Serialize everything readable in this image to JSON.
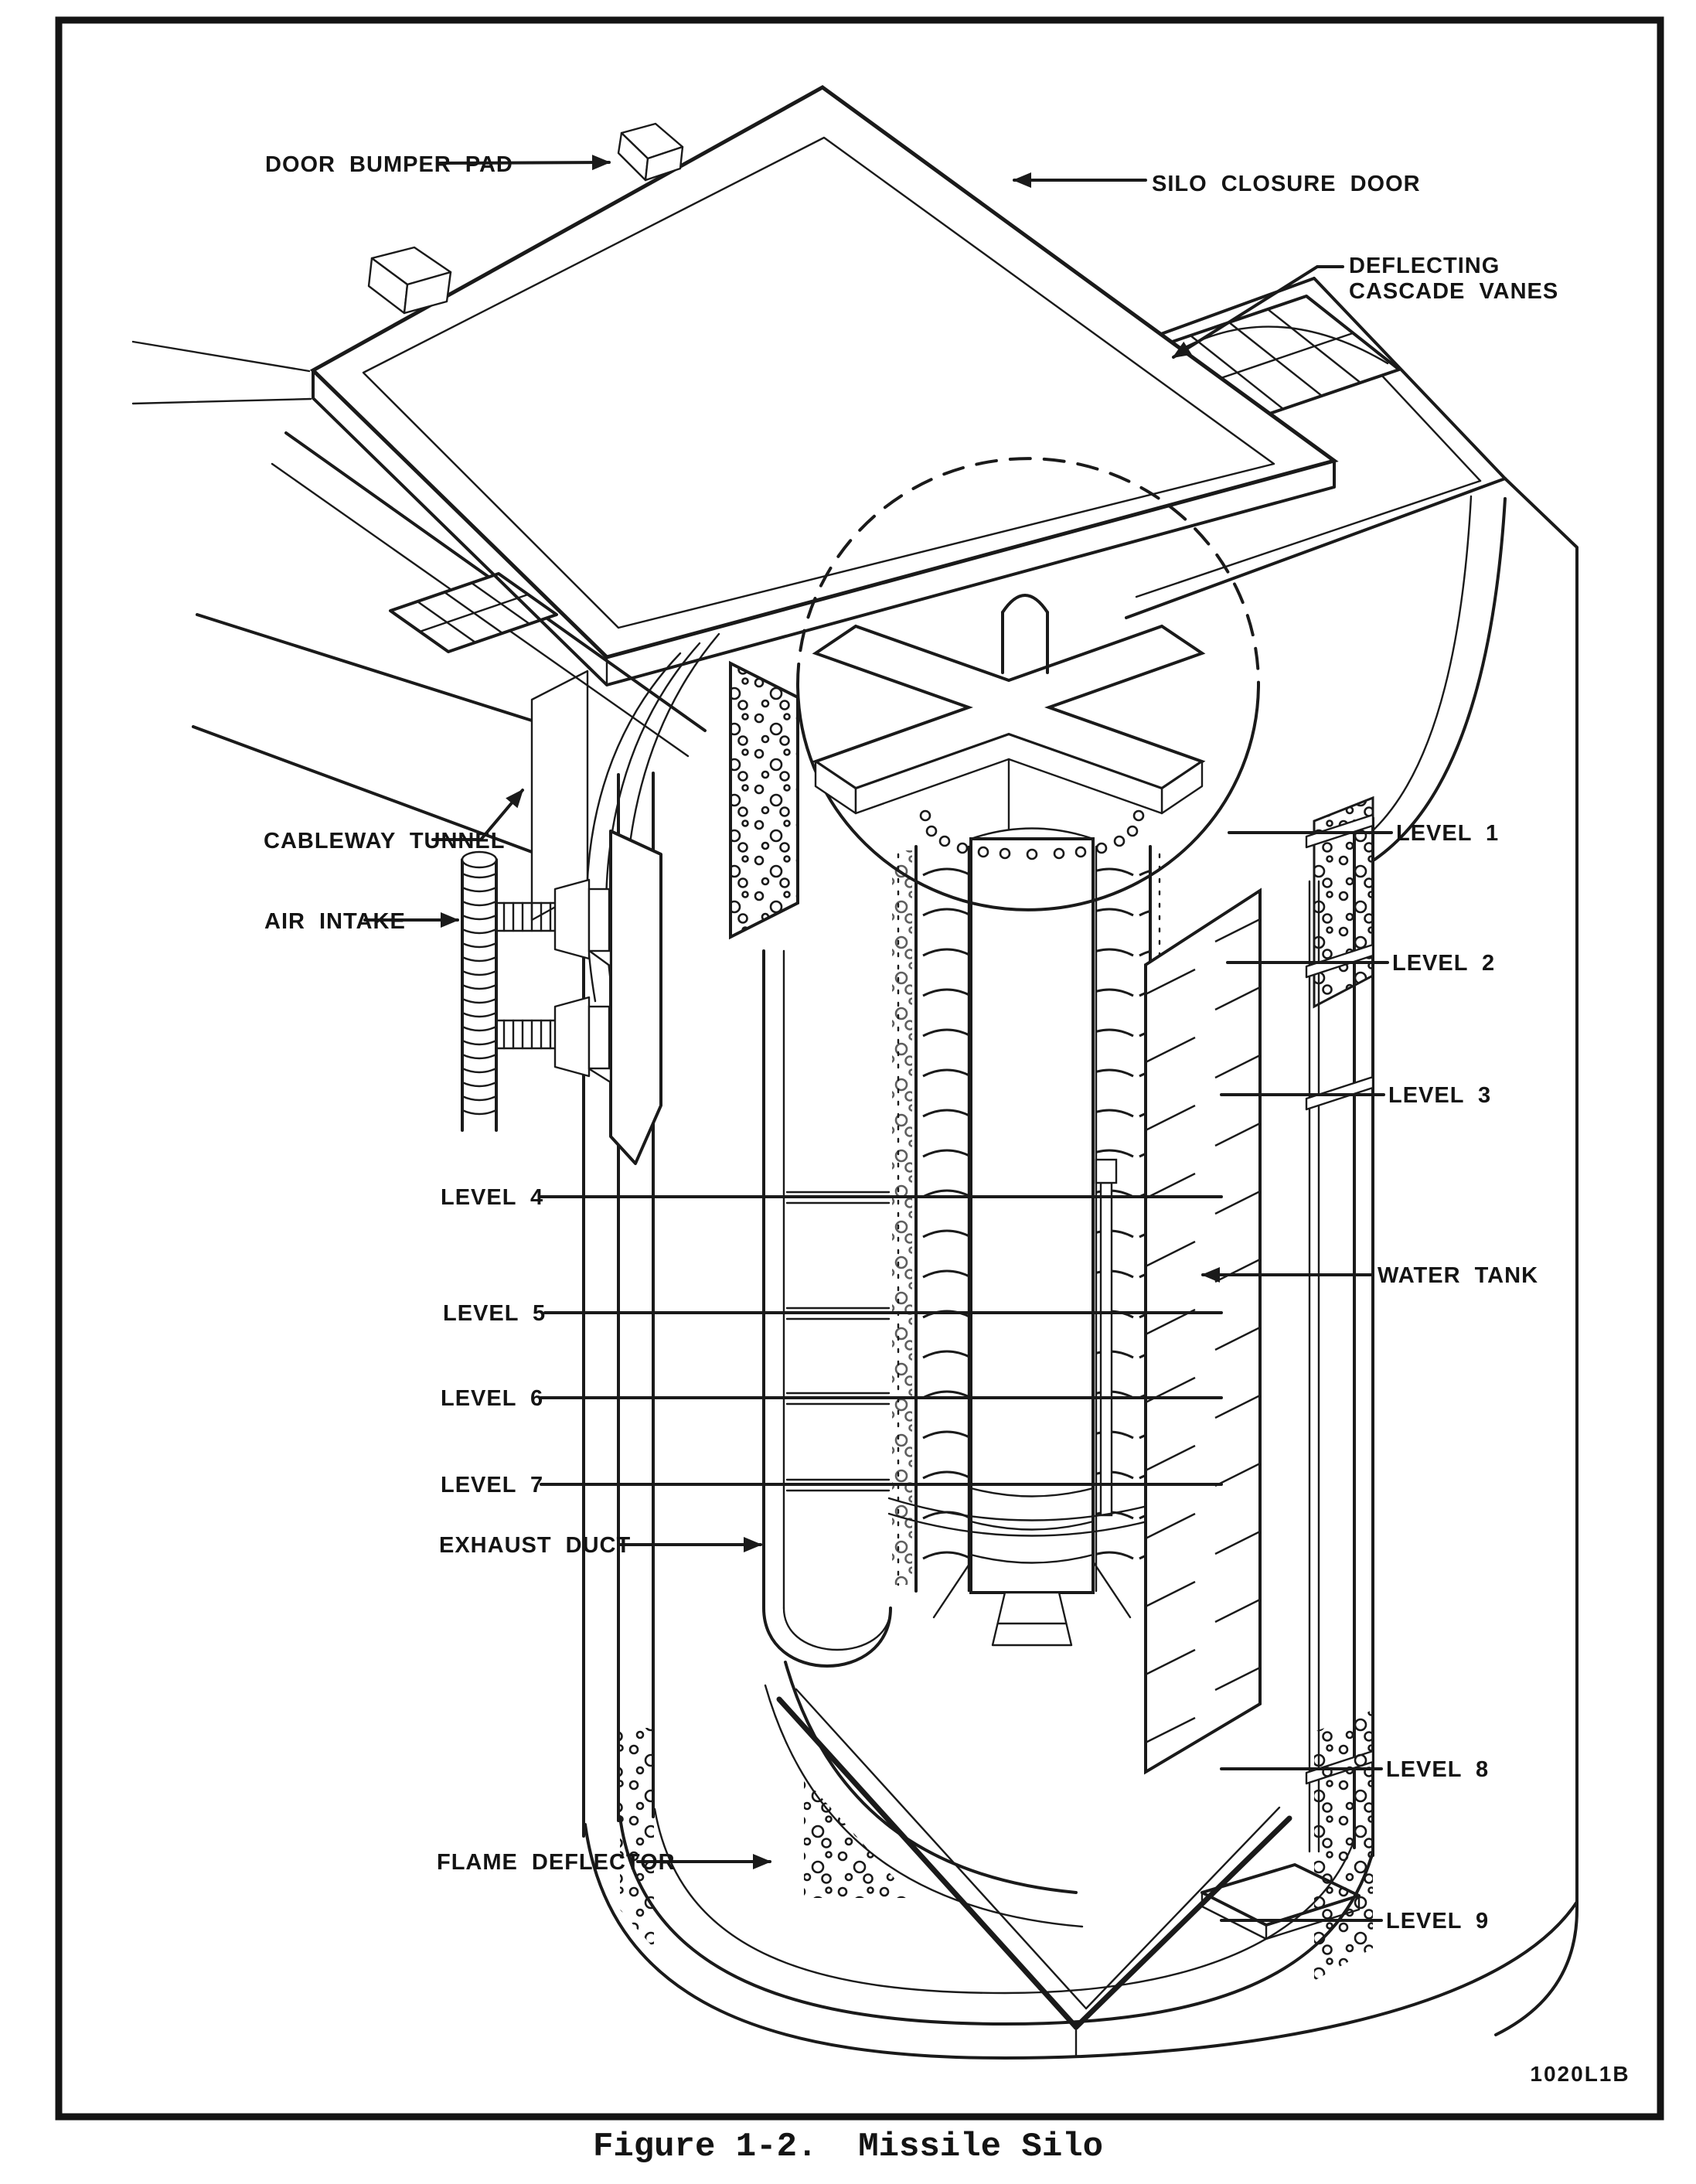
{
  "figure": {
    "caption": "Figure 1-2.  Missile Silo",
    "part_number": "1020L1B"
  },
  "colors": {
    "ink": "#1a1a1a",
    "paper": "#ffffff"
  },
  "diagram": {
    "subject": "Missile Silo cutaway drawing",
    "labels": {
      "door_bumper_pad": "DOOR BUMPER PAD",
      "silo_closure_door": "SILO CLOSURE DOOR",
      "deflecting_line1": "DEFLECTING",
      "deflecting_line2": "CASCADE VANES",
      "cableway_tunnel": "CABLEWAY TUNNEL",
      "air_intake": "AIR INTAKE",
      "level_1": "LEVEL 1",
      "level_2": "LEVEL 2",
      "level_3": "LEVEL 3",
      "level_4": "LEVEL 4",
      "level_5": "LEVEL 5",
      "level_6": "LEVEL 6",
      "level_7": "LEVEL 7",
      "level_8": "LEVEL 8",
      "level_9": "LEVEL 9",
      "water_tank": "WATER TANK",
      "exhaust_duct": "EXHAUST DUCT",
      "flame_deflector": "FLAME DEFLECTOR"
    }
  }
}
